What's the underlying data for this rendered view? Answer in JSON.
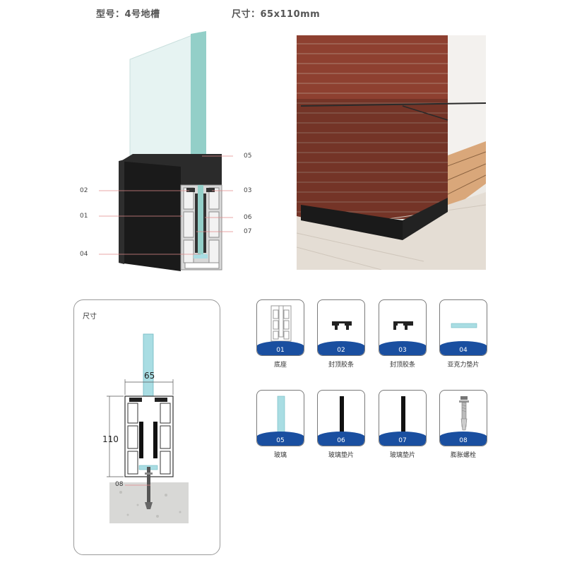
{
  "header": {
    "model": "型号：4号地槽",
    "size": "尺寸：65x110mm"
  },
  "callouts": {
    "c02": "02",
    "c01": "01",
    "c04": "04",
    "c05": "05",
    "c03": "03",
    "c06": "06",
    "c07": "07"
  },
  "dimension_card": {
    "title": "尺寸",
    "width": "65",
    "height": "110",
    "bolt_label": "08"
  },
  "parts": [
    {
      "num": "01",
      "name": "底座",
      "icon": "base-profile-icon"
    },
    {
      "num": "02",
      "name": "封顶胶条",
      "icon": "top-seal-strip-icon"
    },
    {
      "num": "03",
      "name": "封顶胶条",
      "icon": "top-seal-strip-icon"
    },
    {
      "num": "04",
      "name": "亚克力垫片",
      "icon": "acrylic-gasket-icon"
    },
    {
      "num": "05",
      "name": "玻璃",
      "icon": "glass-panel-icon"
    },
    {
      "num": "06",
      "name": "玻璃垫片",
      "icon": "glass-gasket-icon"
    },
    {
      "num": "07",
      "name": "玻璃垫片",
      "icon": "glass-gasket-icon"
    },
    {
      "num": "08",
      "name": "膨胀螺栓",
      "icon": "expansion-bolt-icon"
    }
  ],
  "colors": {
    "accent": "#1a4fa0",
    "glass": "#a9dde3",
    "profile": "#1c1c1c"
  }
}
